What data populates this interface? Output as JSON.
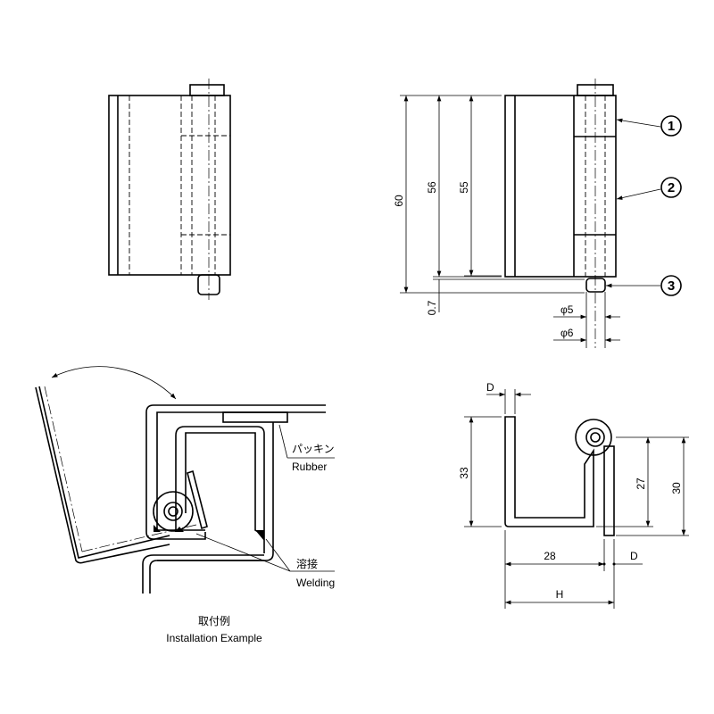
{
  "side_view": {
    "dimensions": {
      "d60": "60",
      "d56": "56",
      "d55": "55",
      "d07": "0.7",
      "phi5": "φ5",
      "phi6": "φ6"
    },
    "callouts": [
      "1",
      "2",
      "3"
    ]
  },
  "section_view": {
    "dimensions": {
      "d_top": "D",
      "d33": "33",
      "d27": "27",
      "d30": "30",
      "d28": "28",
      "d_right": "D",
      "h": "H"
    }
  },
  "installation": {
    "rubber_jp": "パッキン",
    "rubber_en": "Rubber",
    "welding_jp": "溶接",
    "welding_en": "Welding",
    "title_jp": "取付例",
    "title_en": "Installation Example"
  }
}
